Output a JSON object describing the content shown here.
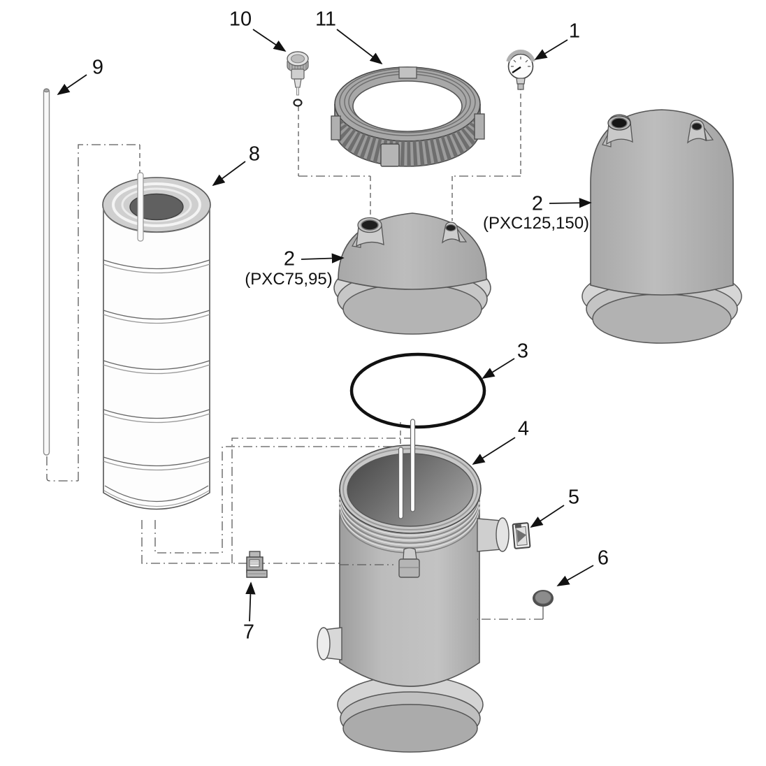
{
  "diagram": {
    "type": "exploded-parts-diagram",
    "colors": {
      "background": "#ffffff",
      "outline": "#4a4a4a",
      "metal_light": "#d5d5d5",
      "metal_mid": "#b5b5b5",
      "metal_dark": "#8c8c8c",
      "oring": "#111111",
      "label_text": "#111111"
    },
    "callouts": [
      {
        "num": "1",
        "part": "pressure-gauge"
      },
      {
        "num": "2",
        "variant": "(PXC75,95)",
        "part": "filter-lid-dome-small"
      },
      {
        "num": "2",
        "variant": "(PXC125,150)",
        "part": "filter-lid-dome-large"
      },
      {
        "num": "3",
        "part": "lid-o-ring"
      },
      {
        "num": "4",
        "part": "filter-tank-body"
      },
      {
        "num": "5",
        "part": "retainer-clip"
      },
      {
        "num": "6",
        "part": "drain-plug-cap"
      },
      {
        "num": "7",
        "part": "mounting-clip"
      },
      {
        "num": "8",
        "part": "filter-cartridge"
      },
      {
        "num": "9",
        "part": "center-standpipe-rod"
      },
      {
        "num": "10",
        "part": "air-relief-valve"
      },
      {
        "num": "11",
        "part": "lock-ring"
      }
    ]
  }
}
